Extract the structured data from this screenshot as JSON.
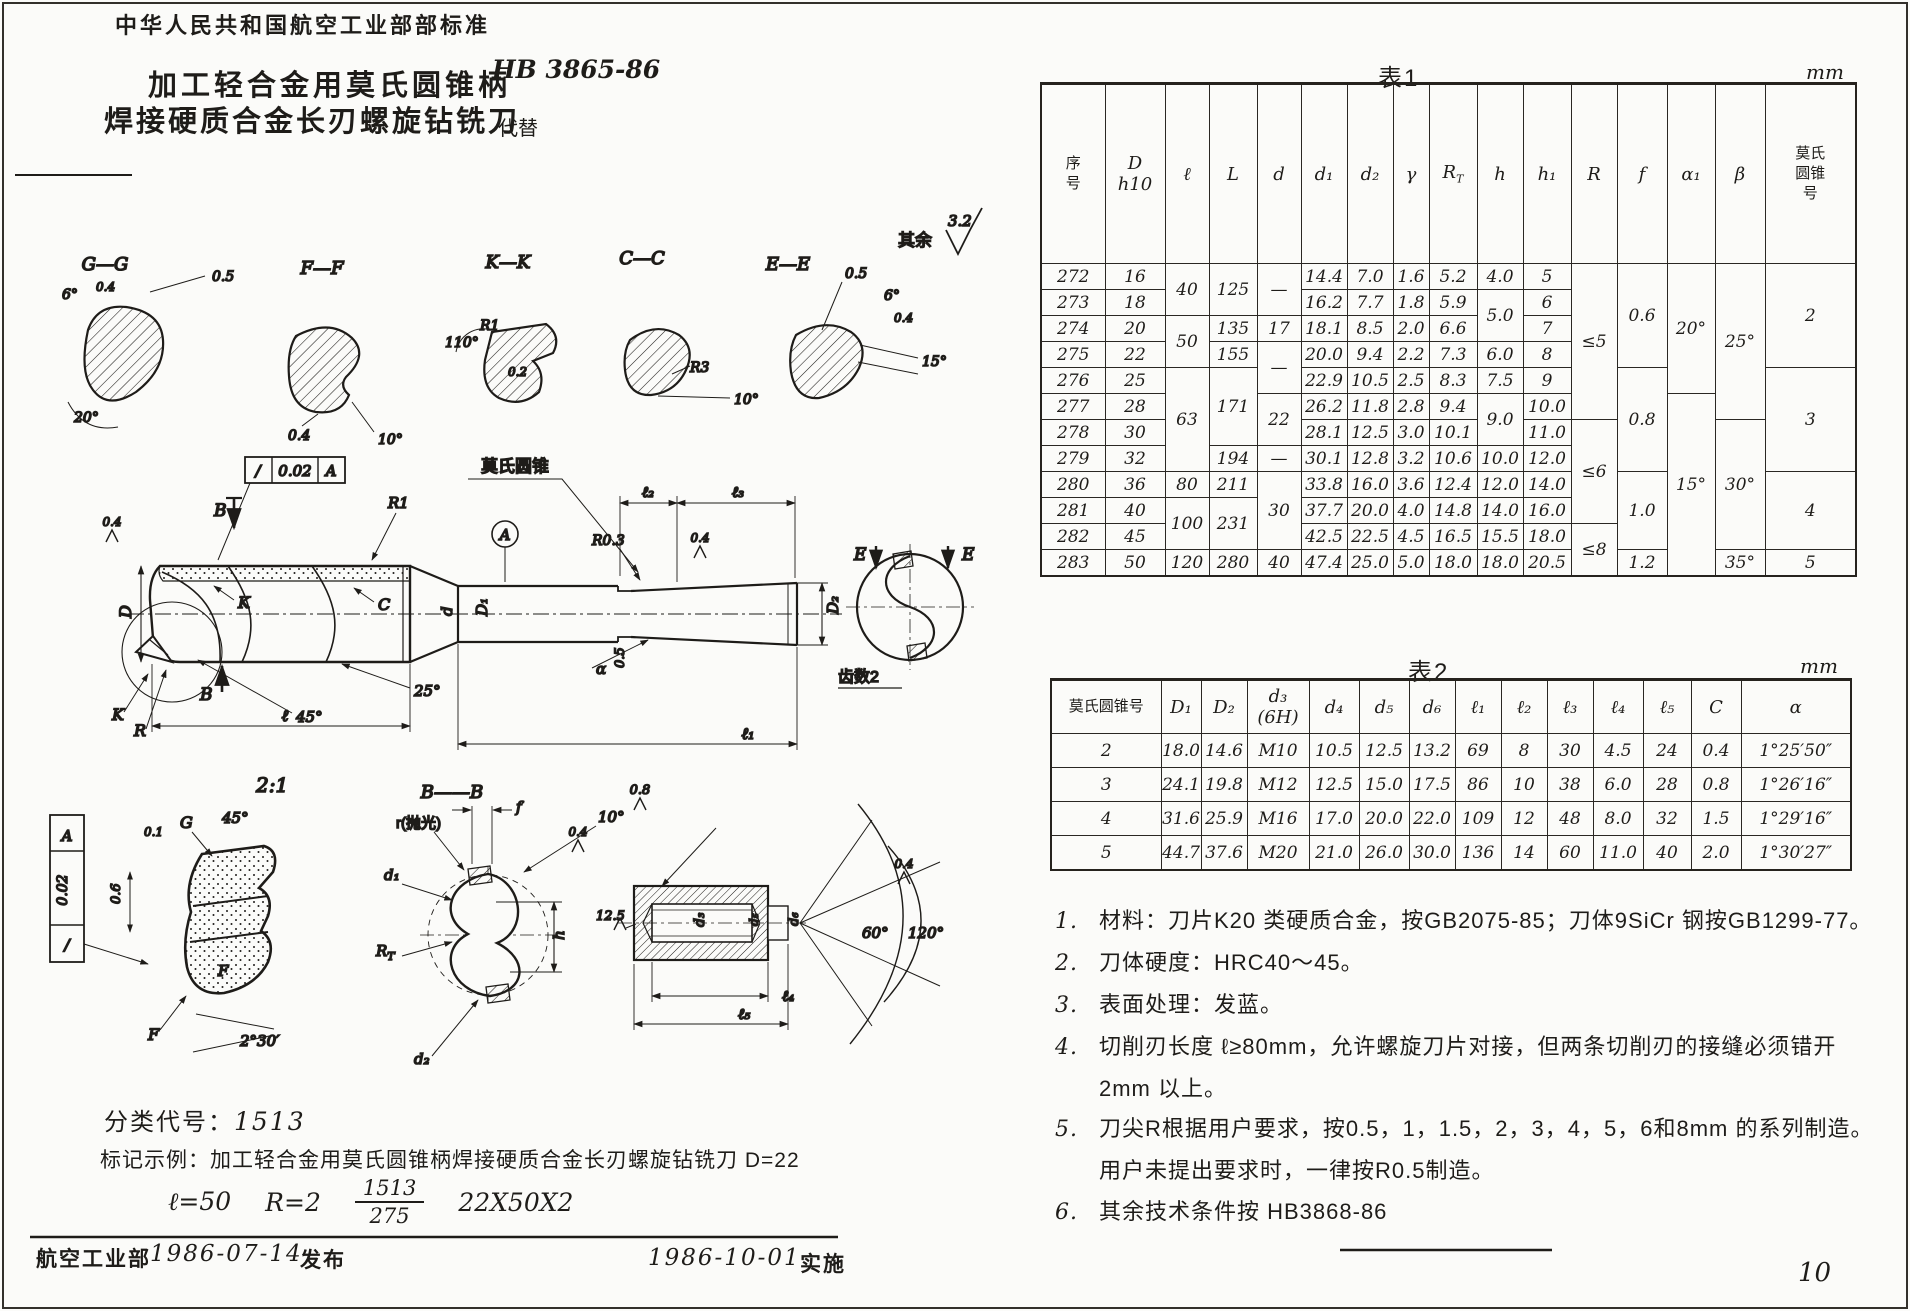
{
  "page": {
    "header": "中华人民共和国航空工业部部标准",
    "title1": "加工轻合金用莫氏圆锥柄",
    "title2": "焊接硬质合金长刃螺旋钻铣刀",
    "std_no": "HB 3865-86",
    "replaces": "代替",
    "page_no": "10"
  },
  "footer": {
    "dept": "航空工业部",
    "issue_date": "1986-07-14",
    "issue_label": "发布",
    "impl_date": "1986-10-01",
    "impl_label": "实施"
  },
  "class_block": {
    "class_label": "分类代号：",
    "class_value": "1513",
    "mark_label": "标记示例：",
    "mark_text": "加工轻合金用莫氏圆锥柄焊接硬质合金长刃螺旋钻铣刀  D=22",
    "mark_l": "ℓ=50",
    "mark_r": "R=2",
    "frac_top": "1513",
    "frac_bottom": "275",
    "mark_size": "22X50X2"
  },
  "t1": {
    "cap": "表1",
    "unit": "mm",
    "h": {
      "xu": "序\n号",
      "D": "D\nh10",
      "l": "ℓ",
      "L": "L",
      "d": "d",
      "d1": "d₁",
      "d2": "d₂",
      "g": "γ",
      "RT": "R",
      "RTs": "T",
      "hh": "h",
      "h1": "h₁",
      "R": "R",
      "f": "f",
      "a1": "α₁",
      "b": "β",
      "m": "莫氏\n圆锥\n号"
    },
    "rows": [
      {
        "no": "272",
        "D": "16",
        "l": "40",
        "L": "125",
        "d": "—",
        "d1": "14.4",
        "d2": "7.0",
        "g": "1.6",
        "RT": "5.2",
        "h": "4.0",
        "h1": "5",
        "R": "≤5",
        "f": "0.6",
        "a1": "20°",
        "b": "25°",
        "m": "2"
      },
      {
        "no": "273",
        "D": "18",
        "d1": "16.2",
        "d2": "7.7",
        "g": "1.8",
        "RT": "5.9",
        "h": "5.0",
        "h1": "6"
      },
      {
        "no": "274",
        "D": "20",
        "l": "50",
        "L": "135",
        "d": "17",
        "d1": "18.1",
        "d2": "8.5",
        "g": "2.0",
        "RT": "6.6",
        "h1": "7"
      },
      {
        "no": "275",
        "D": "22",
        "L": "155",
        "d": "—",
        "d1": "20.0",
        "d2": "9.4",
        "g": "2.2",
        "RT": "7.3",
        "h": "6.0",
        "h1": "8"
      },
      {
        "no": "276",
        "D": "25",
        "l": "63",
        "L": "171",
        "d1": "22.9",
        "d2": "10.5",
        "g": "2.5",
        "RT": "8.3",
        "h": "7.5",
        "h1": "9",
        "f": "0.8",
        "m": "3"
      },
      {
        "no": "277",
        "D": "28",
        "d": "22",
        "d1": "26.2",
        "d2": "11.8",
        "g": "2.8",
        "RT": "9.4",
        "h": "9.0",
        "h1": "10.0",
        "a1": "15°"
      },
      {
        "no": "278",
        "D": "30",
        "d1": "28.1",
        "d2": "12.5",
        "g": "3.0",
        "RT": "10.1",
        "h1": "11.0",
        "R": "≤6",
        "b": "30°"
      },
      {
        "no": "279",
        "D": "32",
        "L": "194",
        "d": "—",
        "d1": "30.1",
        "d2": "12.8",
        "g": "3.2",
        "RT": "10.6",
        "h": "10.0",
        "h1": "12.0"
      },
      {
        "no": "280",
        "D": "36",
        "l": "80",
        "L": "211",
        "d": "30",
        "d1": "33.8",
        "d2": "16.0",
        "g": "3.6",
        "RT": "12.4",
        "h": "12.0",
        "h1": "14.0",
        "f": "1.0",
        "m": "4"
      },
      {
        "no": "281",
        "D": "40",
        "l": "100",
        "L": "231",
        "d1": "37.7",
        "d2": "20.0",
        "g": "4.0",
        "RT": "14.8",
        "h": "14.0",
        "h1": "16.0"
      },
      {
        "no": "282",
        "D": "45",
        "d1": "42.5",
        "d2": "22.5",
        "g": "4.5",
        "RT": "16.5",
        "h": "15.5",
        "h1": "18.0",
        "R": "≤8"
      },
      {
        "no": "283",
        "D": "50",
        "l": "120",
        "L": "280",
        "d": "40",
        "d1": "47.4",
        "d2": "25.0",
        "g": "5.0",
        "RT": "18.0",
        "h": "18.0",
        "h1": "20.5",
        "f": "1.2",
        "b": "35°",
        "m": "5"
      }
    ]
  },
  "t2": {
    "cap": "表2",
    "unit": "mm",
    "h": [
      "莫氏圆锥号",
      "D₁",
      "D₂",
      "d₃\n(6H)",
      "d₄",
      "d₅",
      "d₆",
      "ℓ₁",
      "ℓ₂",
      "ℓ₃",
      "ℓ₄",
      "ℓ₅",
      "C",
      "α"
    ],
    "rows": [
      [
        "2",
        "18.0",
        "14.6",
        "M10",
        "10.5",
        "12.5",
        "13.2",
        "69",
        "8",
        "30",
        "4.5",
        "24",
        "0.4",
        "1°25′50″"
      ],
      [
        "3",
        "24.1",
        "19.8",
        "M12",
        "12.5",
        "15.0",
        "17.5",
        "86",
        "10",
        "38",
        "6.0",
        "28",
        "0.8",
        "1°26′16″"
      ],
      [
        "4",
        "31.6",
        "25.9",
        "M16",
        "17.0",
        "20.0",
        "22.0",
        "109",
        "12",
        "48",
        "8.0",
        "32",
        "1.5",
        "1°29′16″"
      ],
      [
        "5",
        "44.7",
        "37.6",
        "M20",
        "21.0",
        "26.0",
        "30.0",
        "136",
        "14",
        "60",
        "11.0",
        "40",
        "2.0",
        "1°30′27″"
      ]
    ]
  },
  "notes": [
    {
      "n": "1.",
      "t": "材料：刀片K20 类硬质合金，按GB2075-85；刀体9SiCr 钢按GB1299-77。"
    },
    {
      "n": "2.",
      "t": "刀体硬度：HRC40～45。"
    },
    {
      "n": "3.",
      "t": "表面处理：发蓝。"
    },
    {
      "n": "4.",
      "t": "切削刃长度 ℓ≥80mm，允许螺旋刀片对接，但两条切削刃的接缝必须错开",
      "t2": "2mm 以上。"
    },
    {
      "n": "5.",
      "t": "刀尖R根据用户要求，按0.5，1，1.5，2，3，4，5，6和8mm 的系列制造。",
      "t2": "用户未提出要求时，一律按R0.5制造。"
    },
    {
      "n": "6.",
      "t": "其余技术条件按 HB3868-86"
    }
  ],
  "dw": {
    "qiyu": "其余",
    "v32": "3.2",
    "gg": "G—G",
    "ff": "F—F",
    "kk": "K—K",
    "cc": "C—C",
    "ee": "E—E",
    "v01": "0.1",
    "v02": "0.2",
    "v04": "0.4",
    "v05": "0.5",
    "v06": "0.6",
    "v08": "0.8",
    "v125": "12.5",
    "deg6": "6°",
    "deg10": "10°",
    "deg15": "15°",
    "deg20": "20°",
    "deg25": "25°",
    "deg45": "45°",
    "deg60": "60°",
    "deg110": "110°",
    "deg120": "120°",
    "deg230": "2°30′",
    "r1": "R1",
    "r3": "R3",
    "r03": "R0.3",
    "tol": "0.02",
    "refA": "A",
    "slash": "∕",
    "morse": "莫氏圆锥",
    "teeth": "齿数2",
    "scale": "2:1",
    "bb": "B——B",
    "rp": "r(抛光)",
    "B": "B",
    "K": "K",
    "C": "C",
    "D": "D",
    "R": "R",
    "E": "E",
    "G": "G",
    "F": "F",
    "fl": "f",
    "h": "h",
    "d": "d",
    "alpha": "α",
    "D1": "D₁",
    "D2": "D₂",
    "d1": "d₁",
    "d2": "d₂",
    "d3": "d₃",
    "d5": "d₅",
    "d6": "d₆",
    "l": "ℓ",
    "l1": "ℓ₁",
    "l2": "ℓ₂",
    "l3": "ℓ₃",
    "l4": "ℓ₄",
    "l5": "ℓ₅",
    "Tsub": "T"
  }
}
